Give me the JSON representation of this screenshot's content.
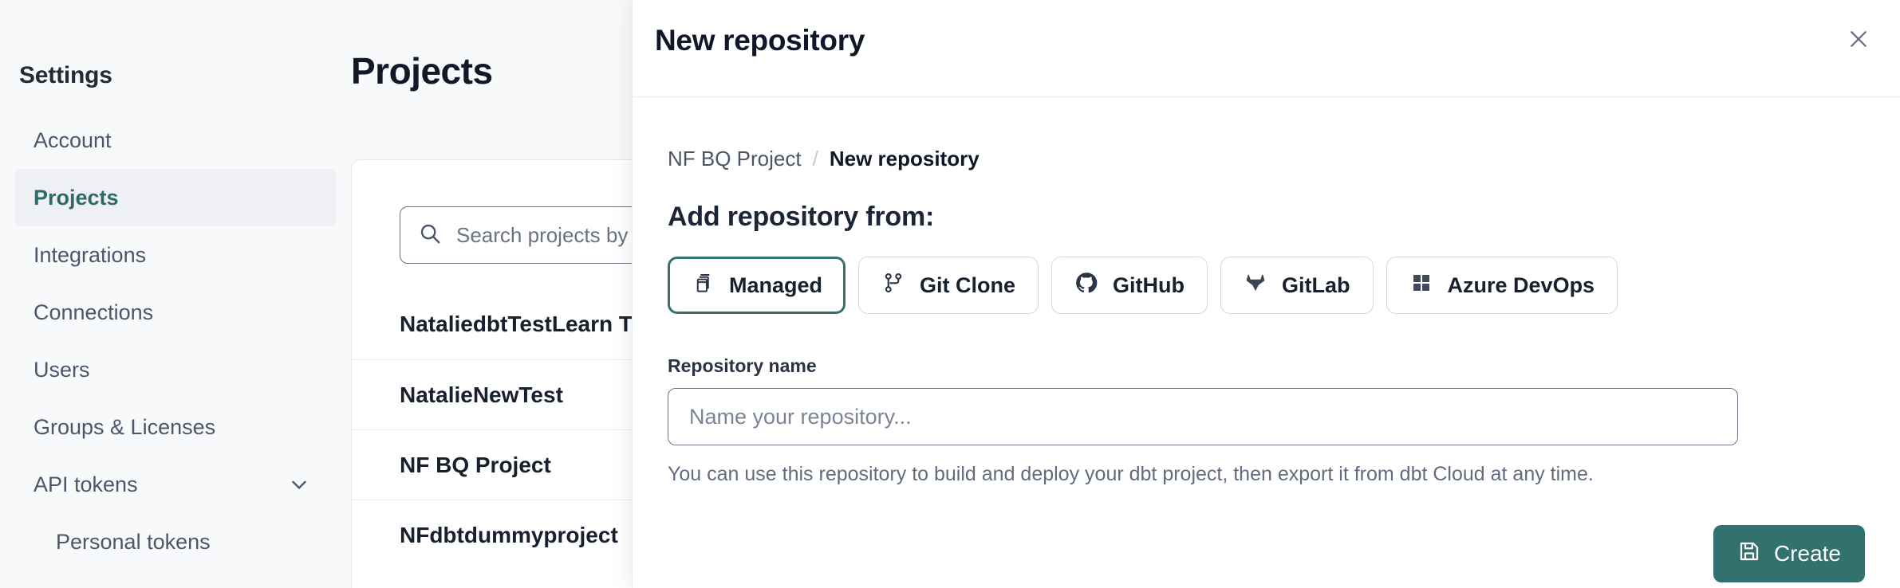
{
  "sidebar": {
    "title": "Settings",
    "items": [
      {
        "label": "Account",
        "active": false,
        "sub": false,
        "chevron": false
      },
      {
        "label": "Projects",
        "active": true,
        "sub": false,
        "chevron": false
      },
      {
        "label": "Integrations",
        "active": false,
        "sub": false,
        "chevron": false
      },
      {
        "label": "Connections",
        "active": false,
        "sub": false,
        "chevron": false
      },
      {
        "label": "Users",
        "active": false,
        "sub": false,
        "chevron": false
      },
      {
        "label": "Groups & Licenses",
        "active": false,
        "sub": false,
        "chevron": false
      },
      {
        "label": "API tokens",
        "active": false,
        "sub": false,
        "chevron": true
      },
      {
        "label": "Personal tokens",
        "active": false,
        "sub": true,
        "chevron": false
      }
    ]
  },
  "main": {
    "page_title": "Projects",
    "search": {
      "placeholder": "Search projects by name...",
      "icon": "search-icon"
    },
    "projects": [
      {
        "name": "NataliedbtTestLearn T"
      },
      {
        "name": "NatalieNewTest"
      },
      {
        "name": "NF BQ Project"
      },
      {
        "name": "NFdbtdummyproject"
      }
    ]
  },
  "modal": {
    "title": "New repository",
    "close_icon": "close-icon",
    "breadcrumb": {
      "parent": "NF BQ Project",
      "separator": "/",
      "current": "New repository"
    },
    "section_title": "Add repository from:",
    "sources": [
      {
        "label": "Managed",
        "icon": "database-icon",
        "selected": true
      },
      {
        "label": "Git Clone",
        "icon": "git-branch-icon",
        "selected": false
      },
      {
        "label": "GitHub",
        "icon": "github-icon",
        "selected": false
      },
      {
        "label": "GitLab",
        "icon": "gitlab-icon",
        "selected": false
      },
      {
        "label": "Azure DevOps",
        "icon": "azure-devops-icon",
        "selected": false
      }
    ],
    "repository_name": {
      "label": "Repository name",
      "value": "",
      "placeholder": "Name your repository..."
    },
    "help_text": "You can use this repository to build and deploy your dbt project, then export it from dbt Cloud at any time.",
    "create_button": {
      "label": "Create",
      "icon": "save-icon"
    }
  },
  "colors": {
    "accent_teal": "#33716f",
    "sidebar_bg": "#f8f9fb",
    "text_dark": "#18202e",
    "text_muted": "#626c80",
    "border": "#d4d8e0"
  }
}
